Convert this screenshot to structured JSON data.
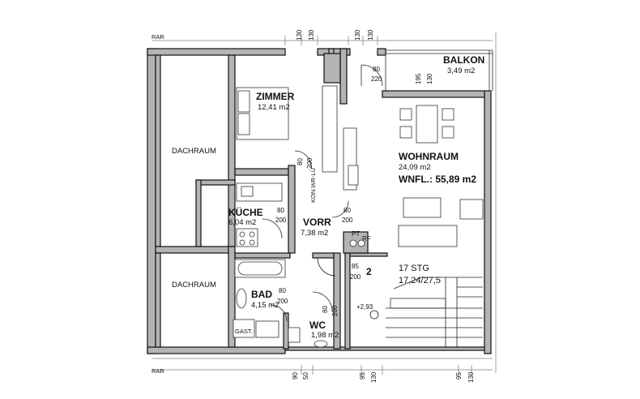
{
  "labels": {
    "rar_top": "RAR",
    "rar_bottom": "RAR",
    "balkon": "BALKON",
    "balkon_area": "3,49 m2",
    "zimmer": "ZIMMER",
    "zimmer_area": "12,41 m2",
    "dachraum_1": "DACHRAUM",
    "dachraum_2": "DACHRAUM",
    "wohnraum": "WOHNRAUM",
    "wohnraum_area": "24,09 m2",
    "wnfl": "WNFL.: 55,89 m2",
    "kueche": "KÜCHE",
    "kueche_area": "6,04 m2",
    "vorr": "VORR",
    "vorr_area": "7,38 m2",
    "bad": "BAD",
    "bad_area": "4,15 m2",
    "wc": "WC",
    "wc_area": "1,98 m2",
    "stair_number": "2",
    "stg": "17 STG",
    "stg_dims": "17,24/27,5",
    "level": "+2,93",
    "pt": "PT",
    "rf": "RF",
    "gast": "GAST.",
    "kon": "KON.WR-LÜ"
  },
  "dims": {
    "top_1": "130",
    "top_2": "130",
    "top_3": "130",
    "top_4": "130",
    "bottom_90": "90",
    "bottom_50": "50",
    "bottom_95a": "95",
    "bottom_130a": "130",
    "bottom_95b": "95",
    "bottom_130b": "130",
    "door_balkon_w": "80",
    "door_balkon_h": "220",
    "win_195": "195",
    "win_130": "130",
    "door_zimmer_w": "80",
    "door_zimmer_h": "200",
    "door_kueche_w": "80",
    "door_kueche_h": "200",
    "door_wohn_w": "80",
    "door_wohn_h": "200",
    "door_entry_w": "85",
    "door_entry_h": "200",
    "door_bad_w": "80",
    "door_bad_h": "200",
    "door_wc_w": "80",
    "door_wc_h": "200"
  }
}
